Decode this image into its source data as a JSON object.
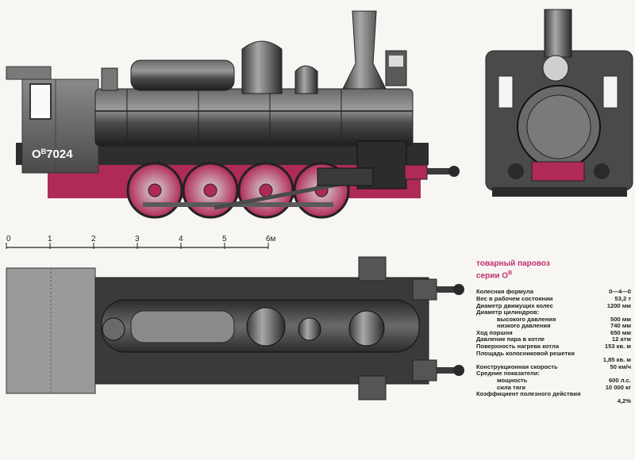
{
  "locomotive": {
    "number": "О",
    "number_sup": "В",
    "number_digits": "7024"
  },
  "scale": {
    "ticks": [
      "0",
      "1",
      "2",
      "3",
      "4",
      "5",
      "6м"
    ]
  },
  "caption": {
    "title_line1": "товарный паровоз",
    "title_line2": "серии О",
    "title_sup": "В"
  },
  "specs": [
    {
      "label": "Колесная формула",
      "value": "0—4—0",
      "indent": false
    },
    {
      "label": "Вес в рабочем состоянии",
      "value": "53,2 т",
      "indent": false
    },
    {
      "label": "Диаметр движущих колес",
      "value": "1200 мм",
      "indent": false
    },
    {
      "label": "Диаметр цилиндров:",
      "value": "",
      "indent": false
    },
    {
      "label": "высокого давления",
      "value": "500 мм",
      "indent": true
    },
    {
      "label": "низкого давления",
      "value": "740 мм",
      "indent": true
    },
    {
      "label": "Ход поршня",
      "value": "650 мм",
      "indent": false
    },
    {
      "label": "Давление пара в котле",
      "value": "12 атм",
      "indent": false
    },
    {
      "label": "Поверхность нагрева котла",
      "value": "153 кв. м",
      "indent": false
    },
    {
      "label": "Площадь колосниковой решетки",
      "value": "",
      "indent": false
    },
    {
      "label": "",
      "value": "1,85 кв. м",
      "indent": false
    },
    {
      "label": "Конструкционная скорость",
      "value": "50 км/ч",
      "indent": false
    },
    {
      "label": "Средние показатели:",
      "value": "",
      "indent": false
    },
    {
      "label": "мощность",
      "value": "600 л.с.",
      "indent": true
    },
    {
      "label": "сила тяги",
      "value": "10 000 кг",
      "indent": true
    },
    {
      "label": "Коэффициент полезного действия",
      "value": "",
      "indent": false
    },
    {
      "label": "",
      "value": "4,2%",
      "indent": false
    }
  ],
  "colors": {
    "body": "#3a3a3a",
    "accent": "#b02a58",
    "caption": "#c03070",
    "background": "#f7f6f2"
  }
}
